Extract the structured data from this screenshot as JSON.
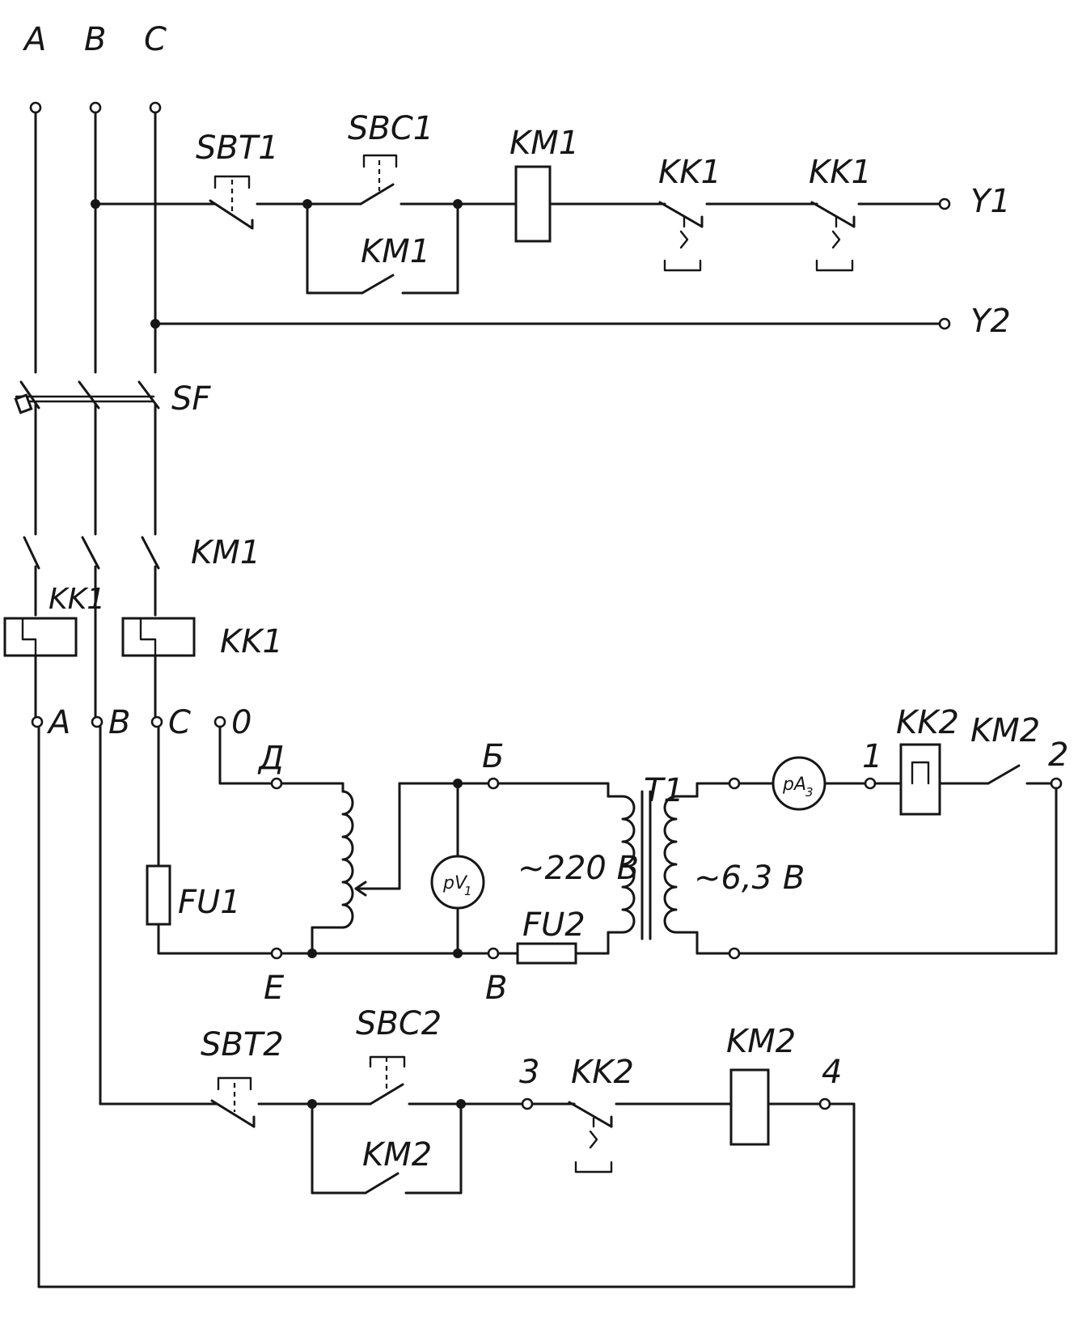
{
  "diagram": {
    "supply": {
      "phase_a": "A",
      "phase_b": "B",
      "phase_c": "C"
    },
    "control_circuit_1": {
      "stop_button": "SBT1",
      "start_button": "SBC1",
      "contactor_coil": "KM1",
      "hold_contact": "KM1",
      "overload_contact_1": "KK1",
      "overload_contact_2": "KK1",
      "output_1": "Y1",
      "output_2": "Y2"
    },
    "breaker": "SF",
    "main_contacts": "KM1",
    "thermal_relay_left": "KK1",
    "thermal_relay_right": "KK1",
    "terminals": {
      "a": "A",
      "b": "B",
      "c": "C",
      "neutral": "0"
    },
    "autotransformer": {
      "terminal_d": "Д",
      "terminal_e": "E",
      "terminal_b_top": "Б",
      "terminal_v": "В",
      "fuse_1": "FU1",
      "fuse_2": "FU2",
      "voltmeter_main": "pV",
      "voltmeter_sub": "1"
    },
    "transformer": {
      "label": "T1",
      "primary_voltage": "~220 В",
      "secondary_voltage": "~6,3 В"
    },
    "load_circuit": {
      "ammeter_main": "pA",
      "ammeter_sub": "3",
      "terminal_1": "1",
      "relay": "KK2",
      "contact": "KM2",
      "terminal_2": "2"
    },
    "control_circuit_2": {
      "stop_button": "SBT2",
      "start_button": "SBC2",
      "terminal_3": "3",
      "overload_contact": "KK2",
      "contactor_coil": "KM2",
      "terminal_4": "4",
      "hold_contact": "KM2"
    }
  }
}
